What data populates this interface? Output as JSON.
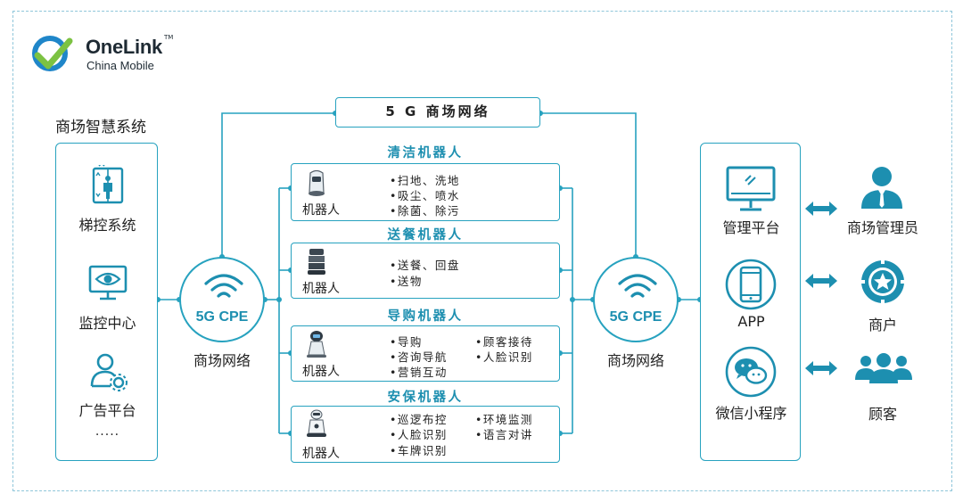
{
  "logo": {
    "name": "OneLink",
    "tm": "TM",
    "sub": "China Mobile"
  },
  "mall_system": {
    "title": "商场智慧系统",
    "items": [
      {
        "icon": "elevator-icon",
        "label": "梯控系统"
      },
      {
        "icon": "monitor-eye-icon",
        "label": "监控中心"
      },
      {
        "icon": "user-gear-icon",
        "label": "广告平台"
      }
    ],
    "more": "....."
  },
  "network": {
    "top_label": "5 G 商场网络",
    "cpe_label": "5G CPE",
    "left_label": "商场网络",
    "right_label": "商场网络"
  },
  "robots": [
    {
      "title": "清洁机器人",
      "name": "机器人",
      "col1": [
        "•扫地、洗地",
        "•吸尘、喷水",
        "•除菌、除污"
      ],
      "col2": []
    },
    {
      "title": "送餐机器人",
      "name": "机器人",
      "col1": [
        "•送餐、回盘",
        "•送物"
      ],
      "col2": []
    },
    {
      "title": "导购机器人",
      "name": "机器人",
      "col1": [
        "•导购",
        "•咨询导航",
        "•营销互动"
      ],
      "col2": [
        "•顾客接待",
        "•人脸识别"
      ]
    },
    {
      "title": "安保机器人",
      "name": "机器人",
      "col1": [
        "•巡逻布控",
        "•人脸识别",
        "•车牌识别"
      ],
      "col2": [
        "•环境监测",
        "•语言对讲"
      ]
    }
  ],
  "platforms": [
    {
      "icon": "desktop-monitor-icon",
      "label": "管理平台"
    },
    {
      "icon": "smartphone-icon",
      "label": "APP"
    },
    {
      "icon": "wechat-icon",
      "label": "微信小程序"
    }
  ],
  "users": [
    {
      "icon": "manager-icon",
      "label": "商场管理员"
    },
    {
      "icon": "merchant-badge-icon",
      "label": "商户"
    },
    {
      "icon": "customers-group-icon",
      "label": "顾客"
    }
  ],
  "colors": {
    "accent": "#27a2bf",
    "accent_dark": "#1d8fb0",
    "frame": "#8fc6da"
  }
}
